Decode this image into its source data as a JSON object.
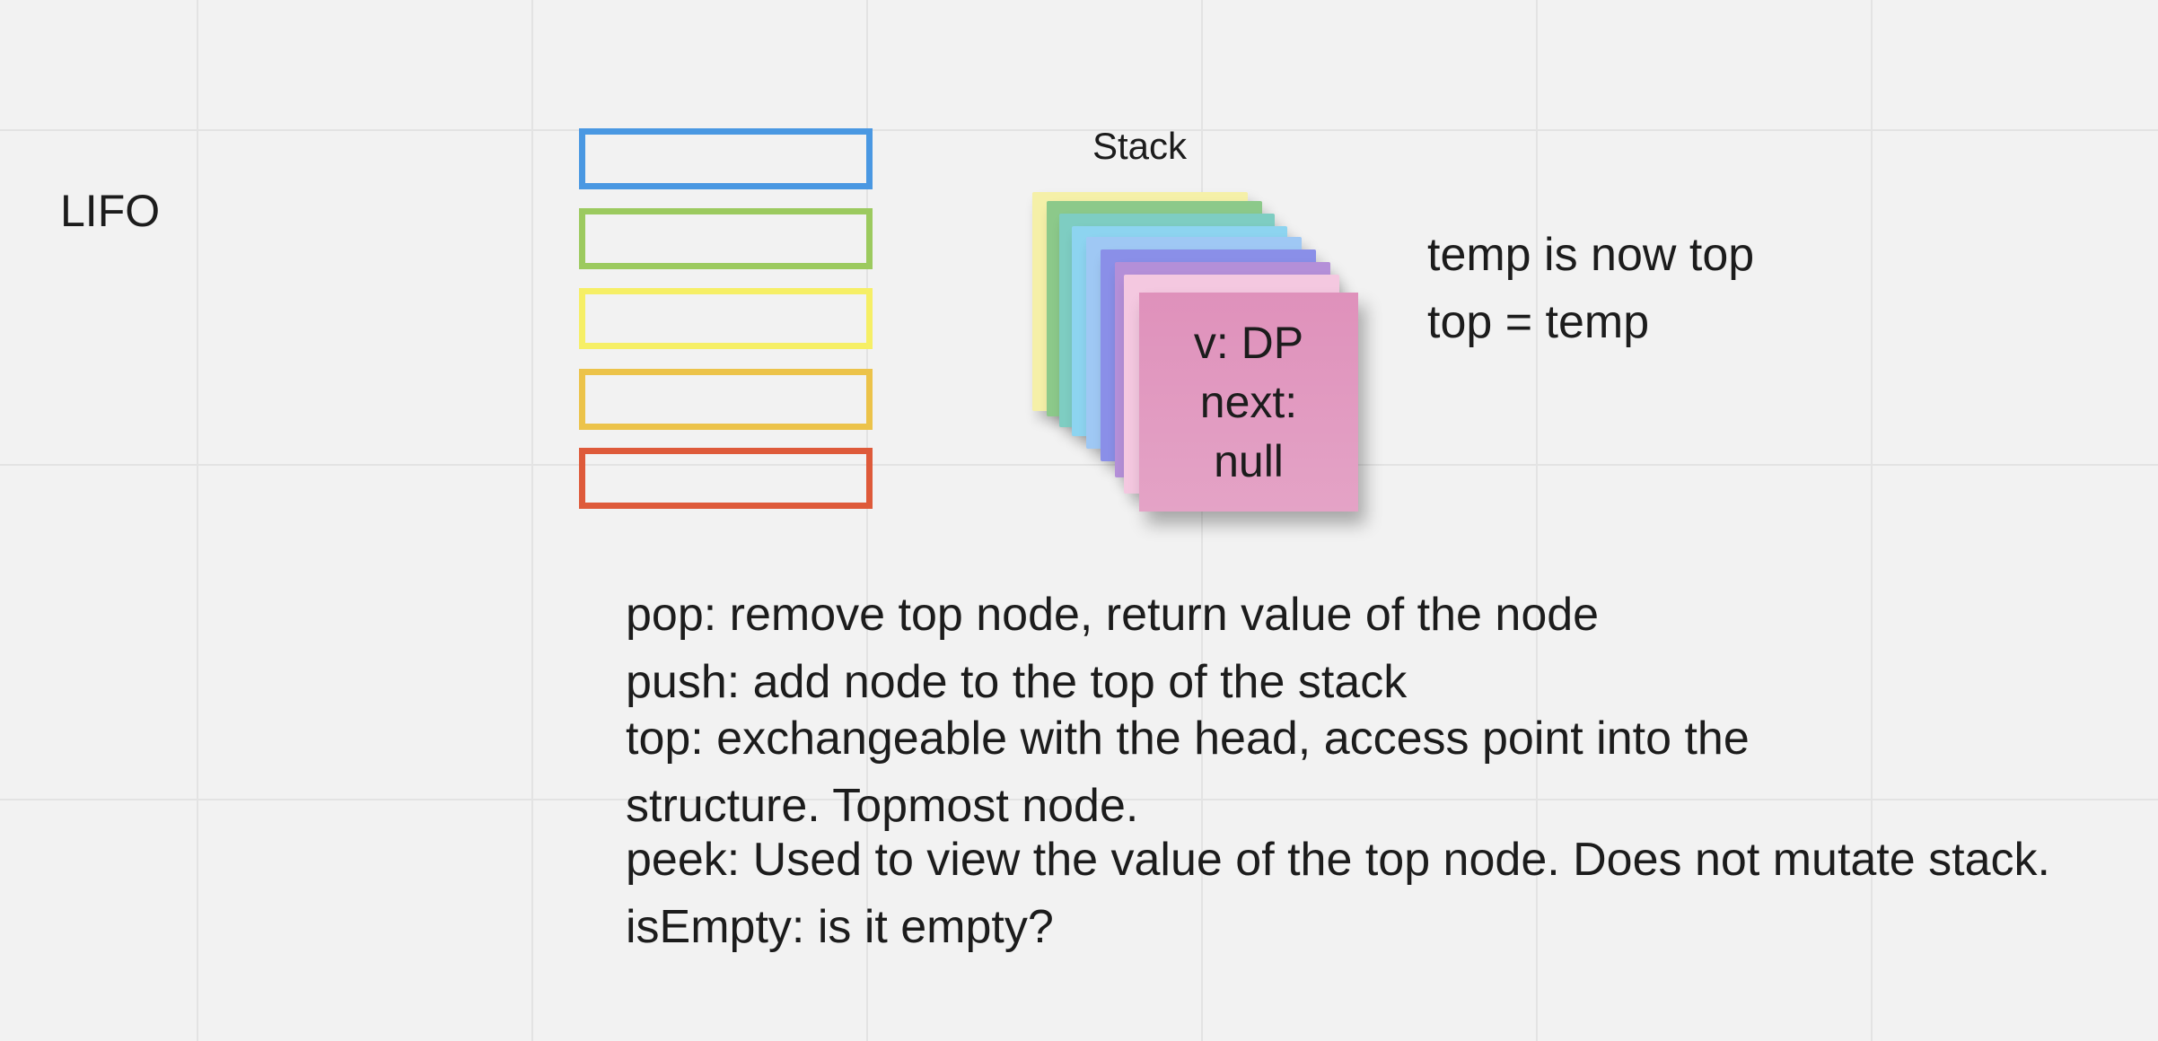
{
  "board": {
    "lifo_label": "LIFO",
    "stack_label": "Stack"
  },
  "stack_boxes": [
    {
      "color": "#4a98e2"
    },
    {
      "color": "#9cca5f"
    },
    {
      "color": "#f6ef66"
    },
    {
      "color": "#ecc34a"
    },
    {
      "color": "#de5a3a"
    }
  ],
  "sticky_stack": {
    "layer_colors": [
      "#f5f0a8",
      "#8cc98a",
      "#7ecdc2",
      "#8dd4f0",
      "#9fc8f4",
      "#8a8fe8",
      "#b48fd8",
      "#f4c8e0"
    ],
    "front_color": "#df91bb",
    "front_note": {
      "line1": "v: DP",
      "line2": "next:",
      "line3": "null"
    }
  },
  "notes": {
    "line1": "temp is now top",
    "line2": "top = temp"
  },
  "definitions": [
    "pop: remove top node, return value of the node",
    "push: add node to the top of the stack",
    "top: exchangeable with the head, access point into the",
    "structure. Topmost node.",
    "peek: Used to view the value of the top node. Does not mutate stack.",
    "isEmpty: is it empty?"
  ]
}
